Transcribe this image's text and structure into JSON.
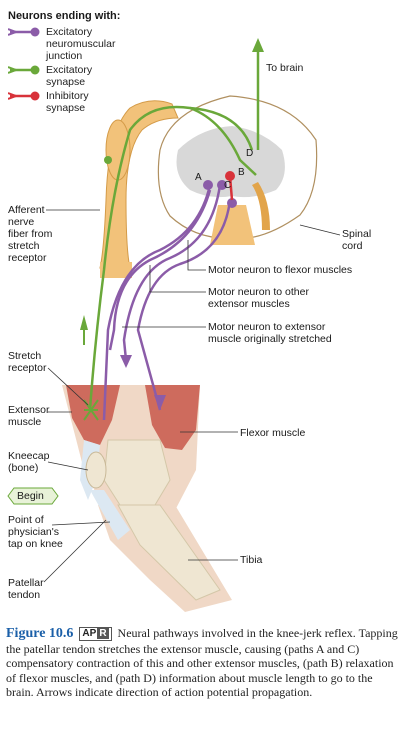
{
  "legend": {
    "title": "Neurons ending with:",
    "items": [
      {
        "label": "Excitatory neuromuscular junction",
        "lines": [
          "Excitatory",
          "neuromuscular",
          "junction"
        ],
        "color": "#8b5ca8"
      },
      {
        "label": "Excitatory synapse",
        "lines": [
          "Excitatory",
          "synapse"
        ],
        "color": "#6aa83a"
      },
      {
        "label": "Inhibitory synapse",
        "lines": [
          "Inhibitory",
          "synapse"
        ],
        "color": "#d8323a"
      }
    ]
  },
  "labels": {
    "to_brain": "To brain",
    "path_a": "A",
    "path_b": "B",
    "path_c": "C",
    "path_d": "D",
    "afferent": [
      "Afferent",
      "nerve",
      "fiber from",
      "stretch",
      "receptor"
    ],
    "spinal_cord": [
      "Spinal",
      "cord"
    ],
    "motor_flexor": "Motor neuron to flexor muscles",
    "motor_other": [
      "Motor neuron to other",
      "extensor muscles"
    ],
    "motor_extensor": [
      "Motor neuron to extensor",
      "muscle originally stretched"
    ],
    "stretch_receptor": [
      "Stretch",
      "receptor"
    ],
    "extensor_muscle": [
      "Extensor",
      "muscle"
    ],
    "flexor_muscle": "Flexor muscle",
    "kneecap": [
      "Kneecap",
      "(bone)"
    ],
    "begin": "Begin",
    "point_of_tap": [
      "Point of",
      "physician's",
      "tap on knee"
    ],
    "tibia": "Tibia",
    "patellar_tendon": [
      "Patellar",
      "tendon"
    ]
  },
  "caption": {
    "figure_number": "Figure 10.6",
    "apr_left": "AP",
    "apr_right": "R",
    "text": "Neural pathways involved in the knee-jerk reflex. Tapping the patellar tendon stretches the extensor muscle, causing (paths A and C) compensatory contraction of this and other extensor muscles, (path B) relaxation of flexor muscles, and (path D) information about muscle length to go to the brain. Arrows indicate direction of action potential propagation."
  },
  "colors": {
    "excitatory_nmj": "#8b5ca8",
    "excitatory_synapse": "#6aa83a",
    "inhibitory_synapse": "#d8323a",
    "nerve_tan": "#f2c27a",
    "muscle_red": "#c8584a",
    "bone": "#efe6d2",
    "figure_blue": "#1a5fa8"
  }
}
